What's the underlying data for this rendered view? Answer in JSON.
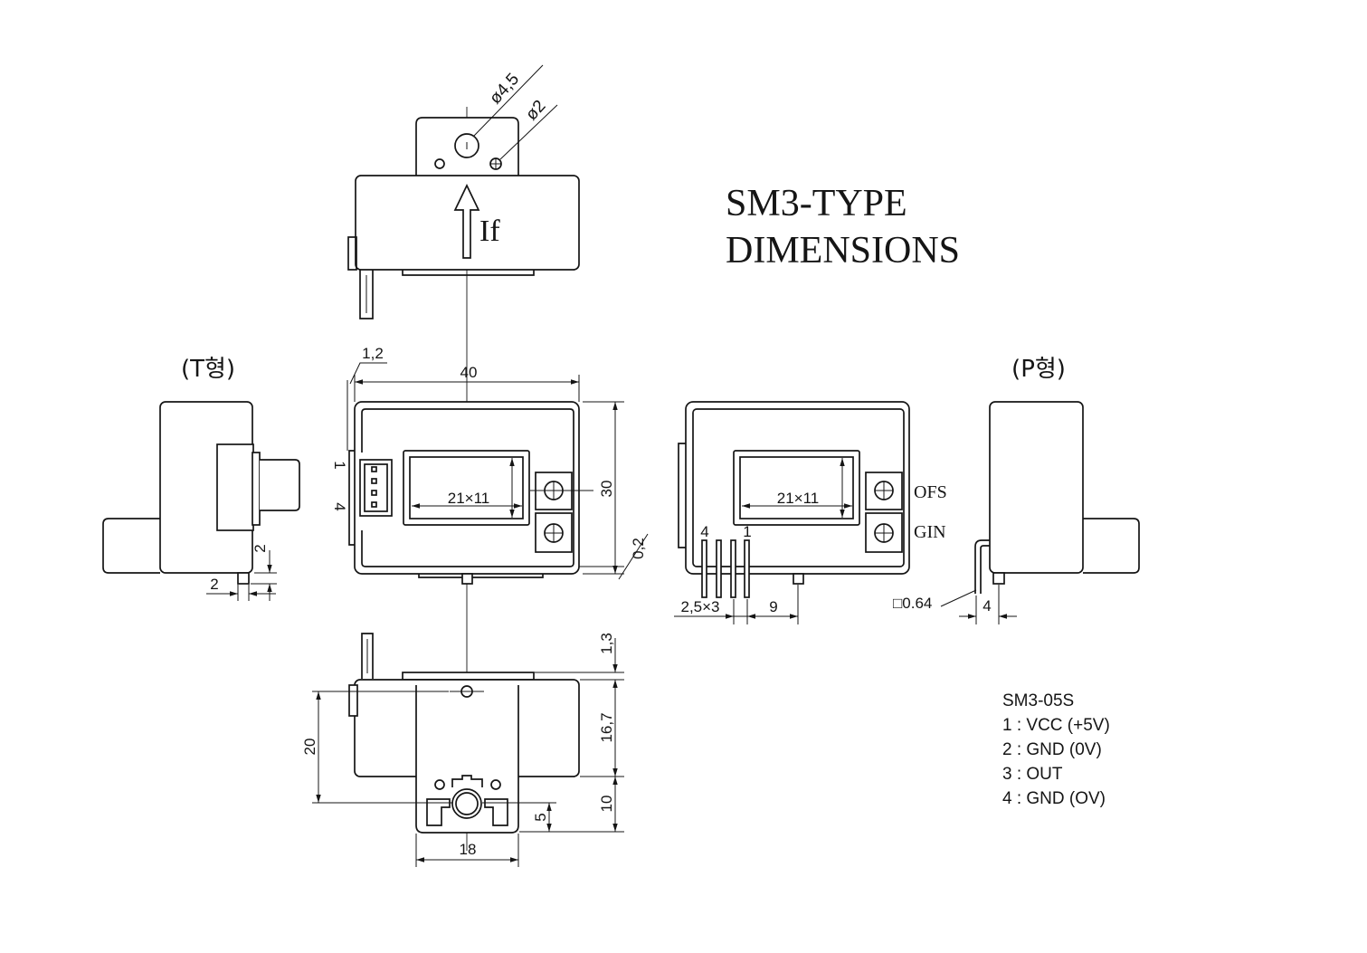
{
  "title": {
    "line1": "SM3-TYPE",
    "line2": "DIMENSIONS"
  },
  "top_view": {
    "current_label": "If",
    "hole_large": "ø4,5",
    "hole_small": "ø2"
  },
  "side_t": {
    "label": "(T형)",
    "dim_pin_height": "2",
    "dim_pin_width": "2"
  },
  "front_t": {
    "dim_offset": "1,2",
    "dim_width": "40",
    "dim_height": "30",
    "dim_gap": "0,2",
    "window": "21×11",
    "pin_first": "1",
    "pin_last": "4"
  },
  "front_p": {
    "window": "21×11",
    "trim_ofs": "OFS",
    "trim_gin": "GIN",
    "pin_last": "4",
    "pin_first": "1",
    "dim_pitch": "2,5×3",
    "dim_pin_offset": "9"
  },
  "side_p": {
    "label": "(P형)",
    "pin_size": "□0.64",
    "dim_pin_offset": "4"
  },
  "bottom_view": {
    "dim_a": "1,3",
    "dim_b": "16,7",
    "dim_c": "10",
    "dim_d": "20",
    "dim_e": "5",
    "dim_f": "18"
  },
  "pinout": {
    "model": "SM3-05S",
    "pins": [
      "1 : VCC (+5V)",
      "2 : GND (0V)",
      "3 : OUT",
      "4 : GND (OV)"
    ]
  }
}
